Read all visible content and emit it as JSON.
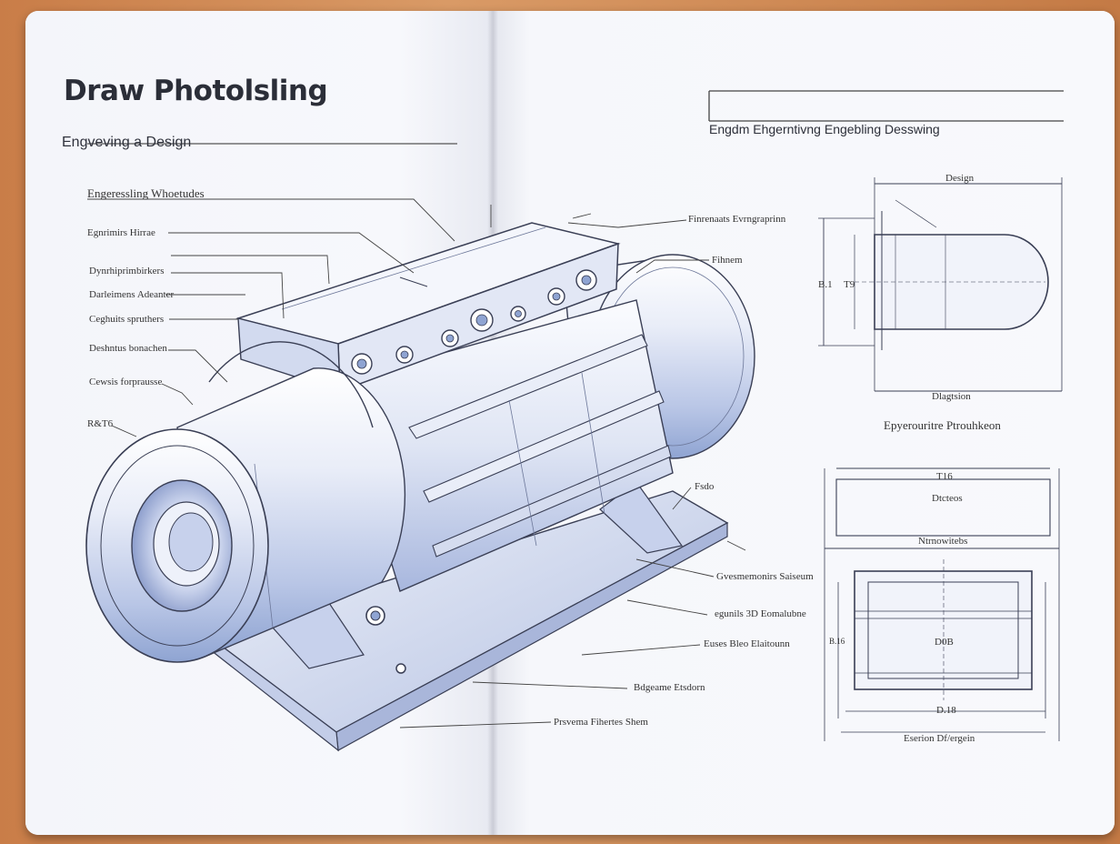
{
  "page": {
    "title": "Draw Photolsling",
    "subtitle": "Engveving a Design",
    "section_heading": "Engeressling Whoetudes",
    "right_header": "Engdm Ehgerntivng Engebling Desswing"
  },
  "left_callouts": [
    "Egnrimirs Hirrae",
    "Dynrhiprimbirkers",
    "Darleimens Adeanter",
    "Ceghuits spruthers",
    "Deshntus bonachen",
    "Cewsis forprausse",
    "R&T6"
  ],
  "right_callouts": [
    "Finrenaats Evrngraprinn",
    "Fihnem",
    "Fsdo",
    "Gvesmemonirs Saiseum",
    "egunils 3D Eomalubne",
    "Euses Bleo Elaitounn",
    "Bdgeame Etsdorn",
    "Prsvema Fihertes Shem"
  ],
  "side_view": {
    "top_label": "Design",
    "bottom_label": "Dlagtsion",
    "dim_left": "B.1",
    "dim_inner": "T9",
    "caption": "Epyerouritre Ptrouhkeon"
  },
  "front_view": {
    "dim_top": "T16",
    "inner_label": "Dtcteos",
    "mid_label": "Ntrnowitebs",
    "center_label": "D0B",
    "dim_side": "B.16",
    "dim_bottom": "D.18",
    "caption": "Eserion Df/ergein"
  },
  "colors": {
    "ink": "#3a3f55",
    "blue_shade": "#8fa4d2",
    "paper": "#f6f7fb",
    "desk": "#cf8a55"
  }
}
